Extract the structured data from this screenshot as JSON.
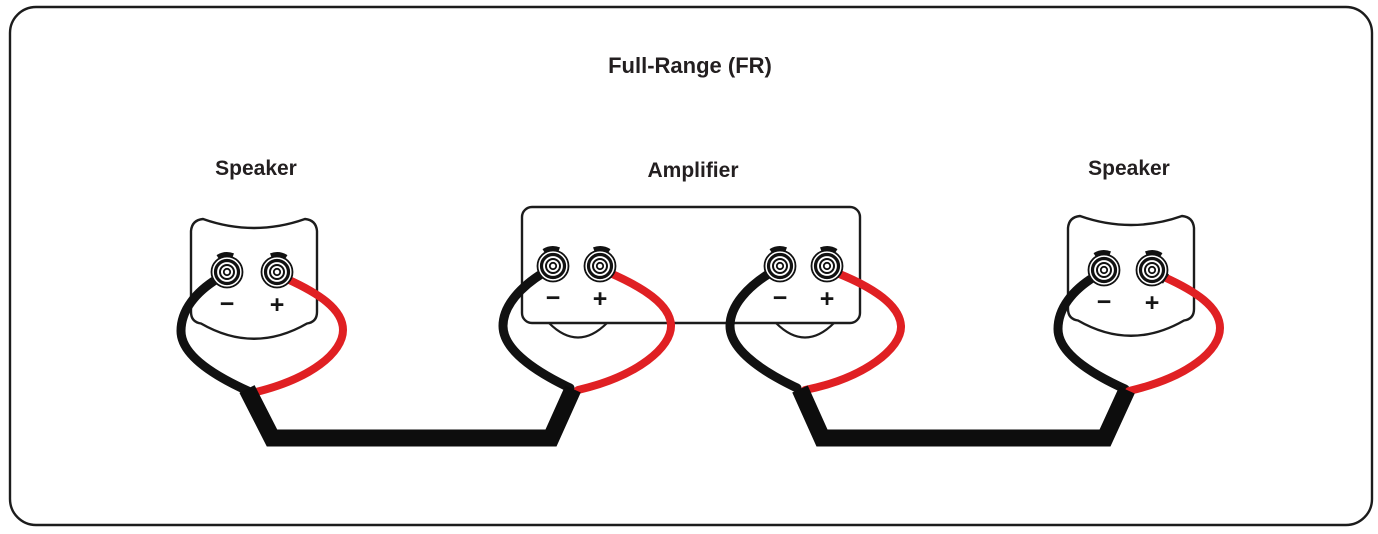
{
  "diagram": {
    "title": "Full-Range (FR)",
    "left_speaker": {
      "label": "Speaker"
    },
    "amplifier": {
      "label": "Amplifier"
    },
    "right_speaker": {
      "label": "Speaker"
    },
    "terminals": {
      "negative": "−",
      "positive": "+"
    },
    "colors": {
      "negative_wire": "#111111",
      "positive_wire": "#e02023",
      "outline": "#1c1c1c",
      "label_text": "#231f20",
      "background": "#ffffff"
    }
  }
}
